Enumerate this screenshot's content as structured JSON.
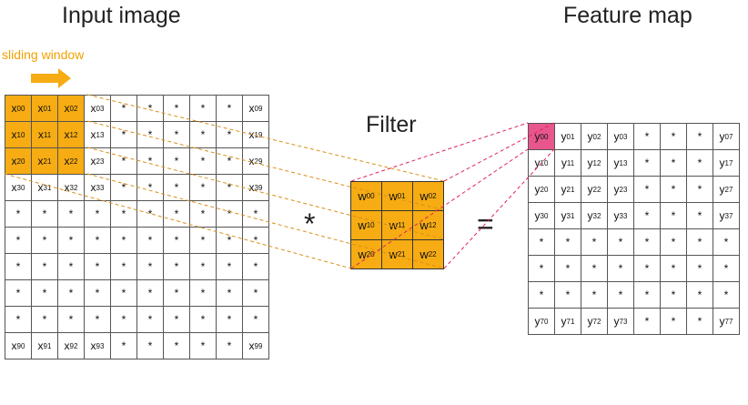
{
  "titles": {
    "input": "Input image",
    "feature": "Feature map",
    "filter": "Filter",
    "sliding": "sliding window"
  },
  "operators": {
    "convolve": "*",
    "equals": "="
  },
  "colors": {
    "highlight": "#f6ac12",
    "output_highlight": "#e8568d",
    "input_lines": "#d9901a",
    "output_lines": "#e0245a",
    "arrow": "#f6ac12"
  },
  "input_grid": {
    "highlighted": [
      [
        0,
        0
      ],
      [
        0,
        1
      ],
      [
        0,
        2
      ],
      [
        1,
        0
      ],
      [
        1,
        1
      ],
      [
        1,
        2
      ],
      [
        2,
        0
      ],
      [
        2,
        1
      ],
      [
        2,
        2
      ]
    ],
    "rows": [
      [
        [
          "x",
          "00"
        ],
        [
          "x",
          "01"
        ],
        [
          "x",
          "02"
        ],
        [
          "x",
          "03"
        ],
        [
          "*",
          ""
        ],
        [
          "*",
          ""
        ],
        [
          "*",
          ""
        ],
        [
          "*",
          ""
        ],
        [
          "*",
          ""
        ],
        [
          "x",
          "09"
        ]
      ],
      [
        [
          "x",
          "10"
        ],
        [
          "x",
          "11"
        ],
        [
          "x",
          "12"
        ],
        [
          "x",
          "13"
        ],
        [
          "*",
          ""
        ],
        [
          "*",
          ""
        ],
        [
          "*",
          ""
        ],
        [
          "*",
          ""
        ],
        [
          "*",
          ""
        ],
        [
          "x",
          "19"
        ]
      ],
      [
        [
          "x",
          "20"
        ],
        [
          "x",
          "21"
        ],
        [
          "x",
          "22"
        ],
        [
          "x",
          "23"
        ],
        [
          "*",
          ""
        ],
        [
          "*",
          ""
        ],
        [
          "*",
          ""
        ],
        [
          "*",
          ""
        ],
        [
          "*",
          ""
        ],
        [
          "x",
          "29"
        ]
      ],
      [
        [
          "x",
          "30"
        ],
        [
          "x",
          "31"
        ],
        [
          "x",
          "32"
        ],
        [
          "x",
          "33"
        ],
        [
          "*",
          ""
        ],
        [
          "*",
          ""
        ],
        [
          "*",
          ""
        ],
        [
          "*",
          ""
        ],
        [
          "*",
          ""
        ],
        [
          "x",
          "39"
        ]
      ],
      [
        [
          "*",
          ""
        ],
        [
          "*",
          ""
        ],
        [
          "*",
          ""
        ],
        [
          "*",
          ""
        ],
        [
          "*",
          ""
        ],
        [
          "*",
          ""
        ],
        [
          "*",
          ""
        ],
        [
          "*",
          ""
        ],
        [
          "*",
          ""
        ],
        [
          "*",
          ""
        ]
      ],
      [
        [
          "*",
          ""
        ],
        [
          "*",
          ""
        ],
        [
          "*",
          ""
        ],
        [
          "*",
          ""
        ],
        [
          "*",
          ""
        ],
        [
          "*",
          ""
        ],
        [
          "*",
          ""
        ],
        [
          "*",
          ""
        ],
        [
          "*",
          ""
        ],
        [
          "*",
          ""
        ]
      ],
      [
        [
          "*",
          ""
        ],
        [
          "*",
          ""
        ],
        [
          "*",
          ""
        ],
        [
          "*",
          ""
        ],
        [
          "*",
          ""
        ],
        [
          "*",
          ""
        ],
        [
          "*",
          ""
        ],
        [
          "*",
          ""
        ],
        [
          "*",
          ""
        ],
        [
          "*",
          ""
        ]
      ],
      [
        [
          "*",
          ""
        ],
        [
          "*",
          ""
        ],
        [
          "*",
          ""
        ],
        [
          "*",
          ""
        ],
        [
          "*",
          ""
        ],
        [
          "*",
          ""
        ],
        [
          "*",
          ""
        ],
        [
          "*",
          ""
        ],
        [
          "*",
          ""
        ],
        [
          "*",
          ""
        ]
      ],
      [
        [
          "*",
          ""
        ],
        [
          "*",
          ""
        ],
        [
          "*",
          ""
        ],
        [
          "*",
          ""
        ],
        [
          "*",
          ""
        ],
        [
          "*",
          ""
        ],
        [
          "*",
          ""
        ],
        [
          "*",
          ""
        ],
        [
          "*",
          ""
        ],
        [
          "*",
          ""
        ]
      ],
      [
        [
          "x",
          "90"
        ],
        [
          "x",
          "91"
        ],
        [
          "x",
          "92"
        ],
        [
          "x",
          "93"
        ],
        [
          "*",
          ""
        ],
        [
          "*",
          ""
        ],
        [
          "*",
          ""
        ],
        [
          "*",
          ""
        ],
        [
          "*",
          ""
        ],
        [
          "x",
          "99"
        ]
      ]
    ]
  },
  "filter_grid": {
    "rows": [
      [
        [
          "w",
          "00"
        ],
        [
          "w",
          "01"
        ],
        [
          "w",
          "02"
        ]
      ],
      [
        [
          "w",
          "10"
        ],
        [
          "w",
          "11"
        ],
        [
          "w",
          "12"
        ]
      ],
      [
        [
          "w",
          "20"
        ],
        [
          "w",
          "21"
        ],
        [
          "w",
          "22"
        ]
      ]
    ]
  },
  "output_grid": {
    "highlighted": [
      [
        0,
        0
      ]
    ],
    "rows": [
      [
        [
          "y",
          "00"
        ],
        [
          "y",
          "01"
        ],
        [
          "y",
          "02"
        ],
        [
          "y",
          "03"
        ],
        [
          "*",
          ""
        ],
        [
          "*",
          ""
        ],
        [
          "*",
          ""
        ],
        [
          "y",
          "07"
        ]
      ],
      [
        [
          "y",
          "10"
        ],
        [
          "y",
          "11"
        ],
        [
          "y",
          "12"
        ],
        [
          "y",
          "13"
        ],
        [
          "*",
          ""
        ],
        [
          "*",
          ""
        ],
        [
          "*",
          ""
        ],
        [
          "y",
          "17"
        ]
      ],
      [
        [
          "y",
          "20"
        ],
        [
          "y",
          "21"
        ],
        [
          "y",
          "22"
        ],
        [
          "y",
          "23"
        ],
        [
          "*",
          ""
        ],
        [
          "*",
          ""
        ],
        [
          "*",
          ""
        ],
        [
          "y",
          "27"
        ]
      ],
      [
        [
          "y",
          "30"
        ],
        [
          "y",
          "31"
        ],
        [
          "y",
          "32"
        ],
        [
          "y",
          "33"
        ],
        [
          "*",
          ""
        ],
        [
          "*",
          ""
        ],
        [
          "*",
          ""
        ],
        [
          "y",
          "37"
        ]
      ],
      [
        [
          "*",
          ""
        ],
        [
          "*",
          ""
        ],
        [
          "*",
          ""
        ],
        [
          "*",
          ""
        ],
        [
          "*",
          ""
        ],
        [
          "*",
          ""
        ],
        [
          "*",
          ""
        ],
        [
          "*",
          ""
        ]
      ],
      [
        [
          "*",
          ""
        ],
        [
          "*",
          ""
        ],
        [
          "*",
          ""
        ],
        [
          "*",
          ""
        ],
        [
          "*",
          ""
        ],
        [
          "*",
          ""
        ],
        [
          "*",
          ""
        ],
        [
          "*",
          ""
        ]
      ],
      [
        [
          "*",
          ""
        ],
        [
          "*",
          ""
        ],
        [
          "*",
          ""
        ],
        [
          "*",
          ""
        ],
        [
          "*",
          ""
        ],
        [
          "*",
          ""
        ],
        [
          "*",
          ""
        ],
        [
          "*",
          ""
        ]
      ],
      [
        [
          "y",
          "70"
        ],
        [
          "y",
          "71"
        ],
        [
          "y",
          "72"
        ],
        [
          "y",
          "73"
        ],
        [
          "*",
          ""
        ],
        [
          "*",
          ""
        ],
        [
          "*",
          ""
        ],
        [
          "y",
          "77"
        ]
      ]
    ]
  }
}
